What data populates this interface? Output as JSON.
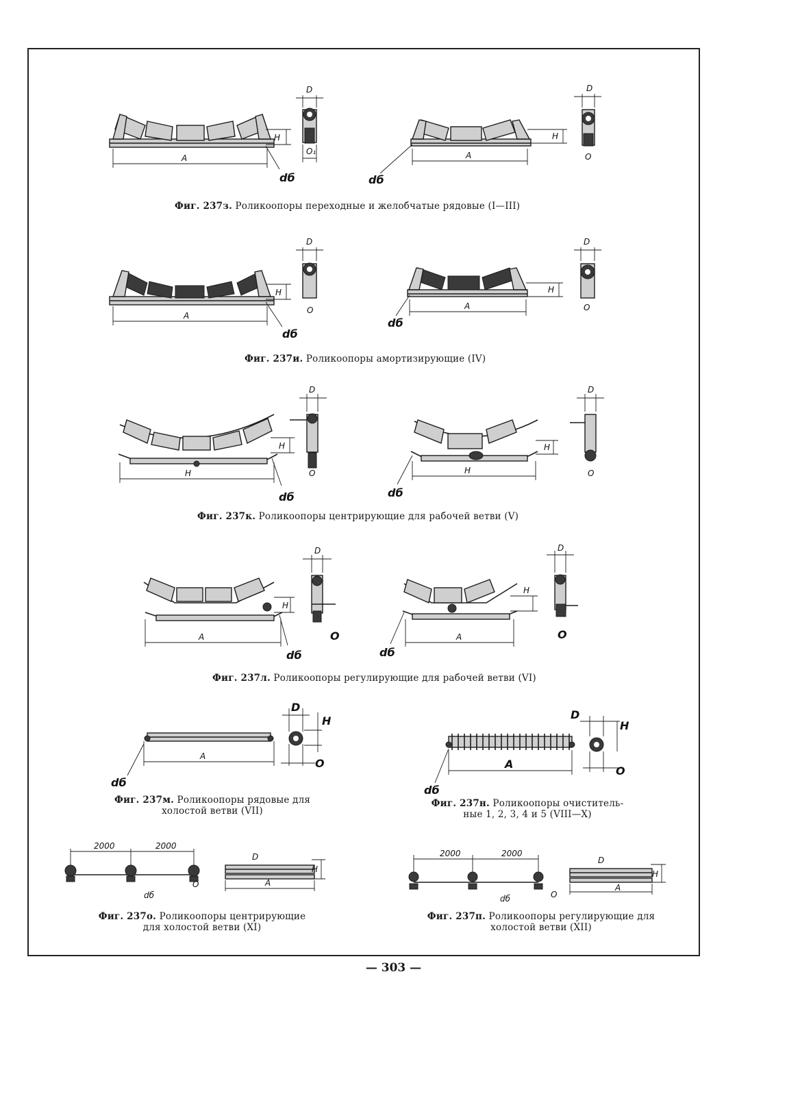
{
  "page_number": "— 303 —",
  "dimension_labels": {
    "A": "A",
    "D": "D",
    "H": "H",
    "O": "O",
    "O1": "O₁",
    "db": "dб",
    "dim2000": "2000"
  },
  "figures": [
    {
      "id": "237z",
      "label": "Фиг. 237з.",
      "text": "Роликоопоры переходные и желобчатые рядовые (I—III)"
    },
    {
      "id": "237i",
      "label": "Фиг. 237и.",
      "text": "Роликоопоры амортизирующие (IV)"
    },
    {
      "id": "237k",
      "label": "Фиг. 237к.",
      "text": "Роликоопоры центрирующие для рабочей ветви (V)"
    },
    {
      "id": "237l",
      "label": "Фиг. 237л.",
      "text": "Роликоопоры регулирующие для рабочей ветви (VI)"
    },
    {
      "id": "237m",
      "label": "Фиг. 237м.",
      "text": "Роликоопоры рядовые для",
      "text2": "холостой ветви (VII)"
    },
    {
      "id": "237n",
      "label": "Фиг. 237н.",
      "text": "Роликоопоры очиститель-",
      "text2": "ные 1, 2, 3, 4 и 5 (VIII—X)"
    },
    {
      "id": "237o",
      "label": "Фиг. 237о.",
      "text": "Роликоопоры центрирующие",
      "text2": "для холостой ветви (XI)"
    },
    {
      "id": "237p",
      "label": "Фиг. 237п.",
      "text": "Роликоопоры регулирующие для",
      "text2": "холостой ветви (XII)"
    }
  ]
}
